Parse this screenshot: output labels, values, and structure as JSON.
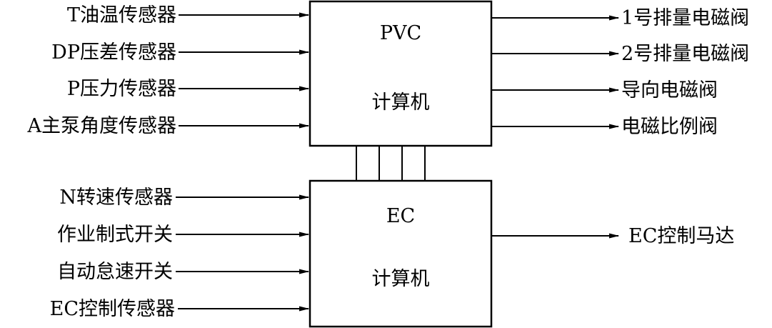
{
  "pvc_box": {
    "title": "PVC",
    "subtitle": "计算机",
    "inputs": [
      "T油温传感器",
      "DP压差传感器",
      "P压力传感器",
      "A主泵角度传感器"
    ],
    "outputs": [
      "1号排量电磁阀",
      "2号排量电磁阀",
      "导向电磁阀",
      "电磁比例阀"
    ]
  },
  "ec_box": {
    "title": "EC",
    "subtitle": "计算机",
    "inputs": [
      "N转速传感器",
      "作业制式开关",
      "自动怠速开关",
      "EC控制传感器"
    ],
    "outputs": [
      "EC控制马达"
    ]
  },
  "bus": {
    "line_count": 4
  }
}
